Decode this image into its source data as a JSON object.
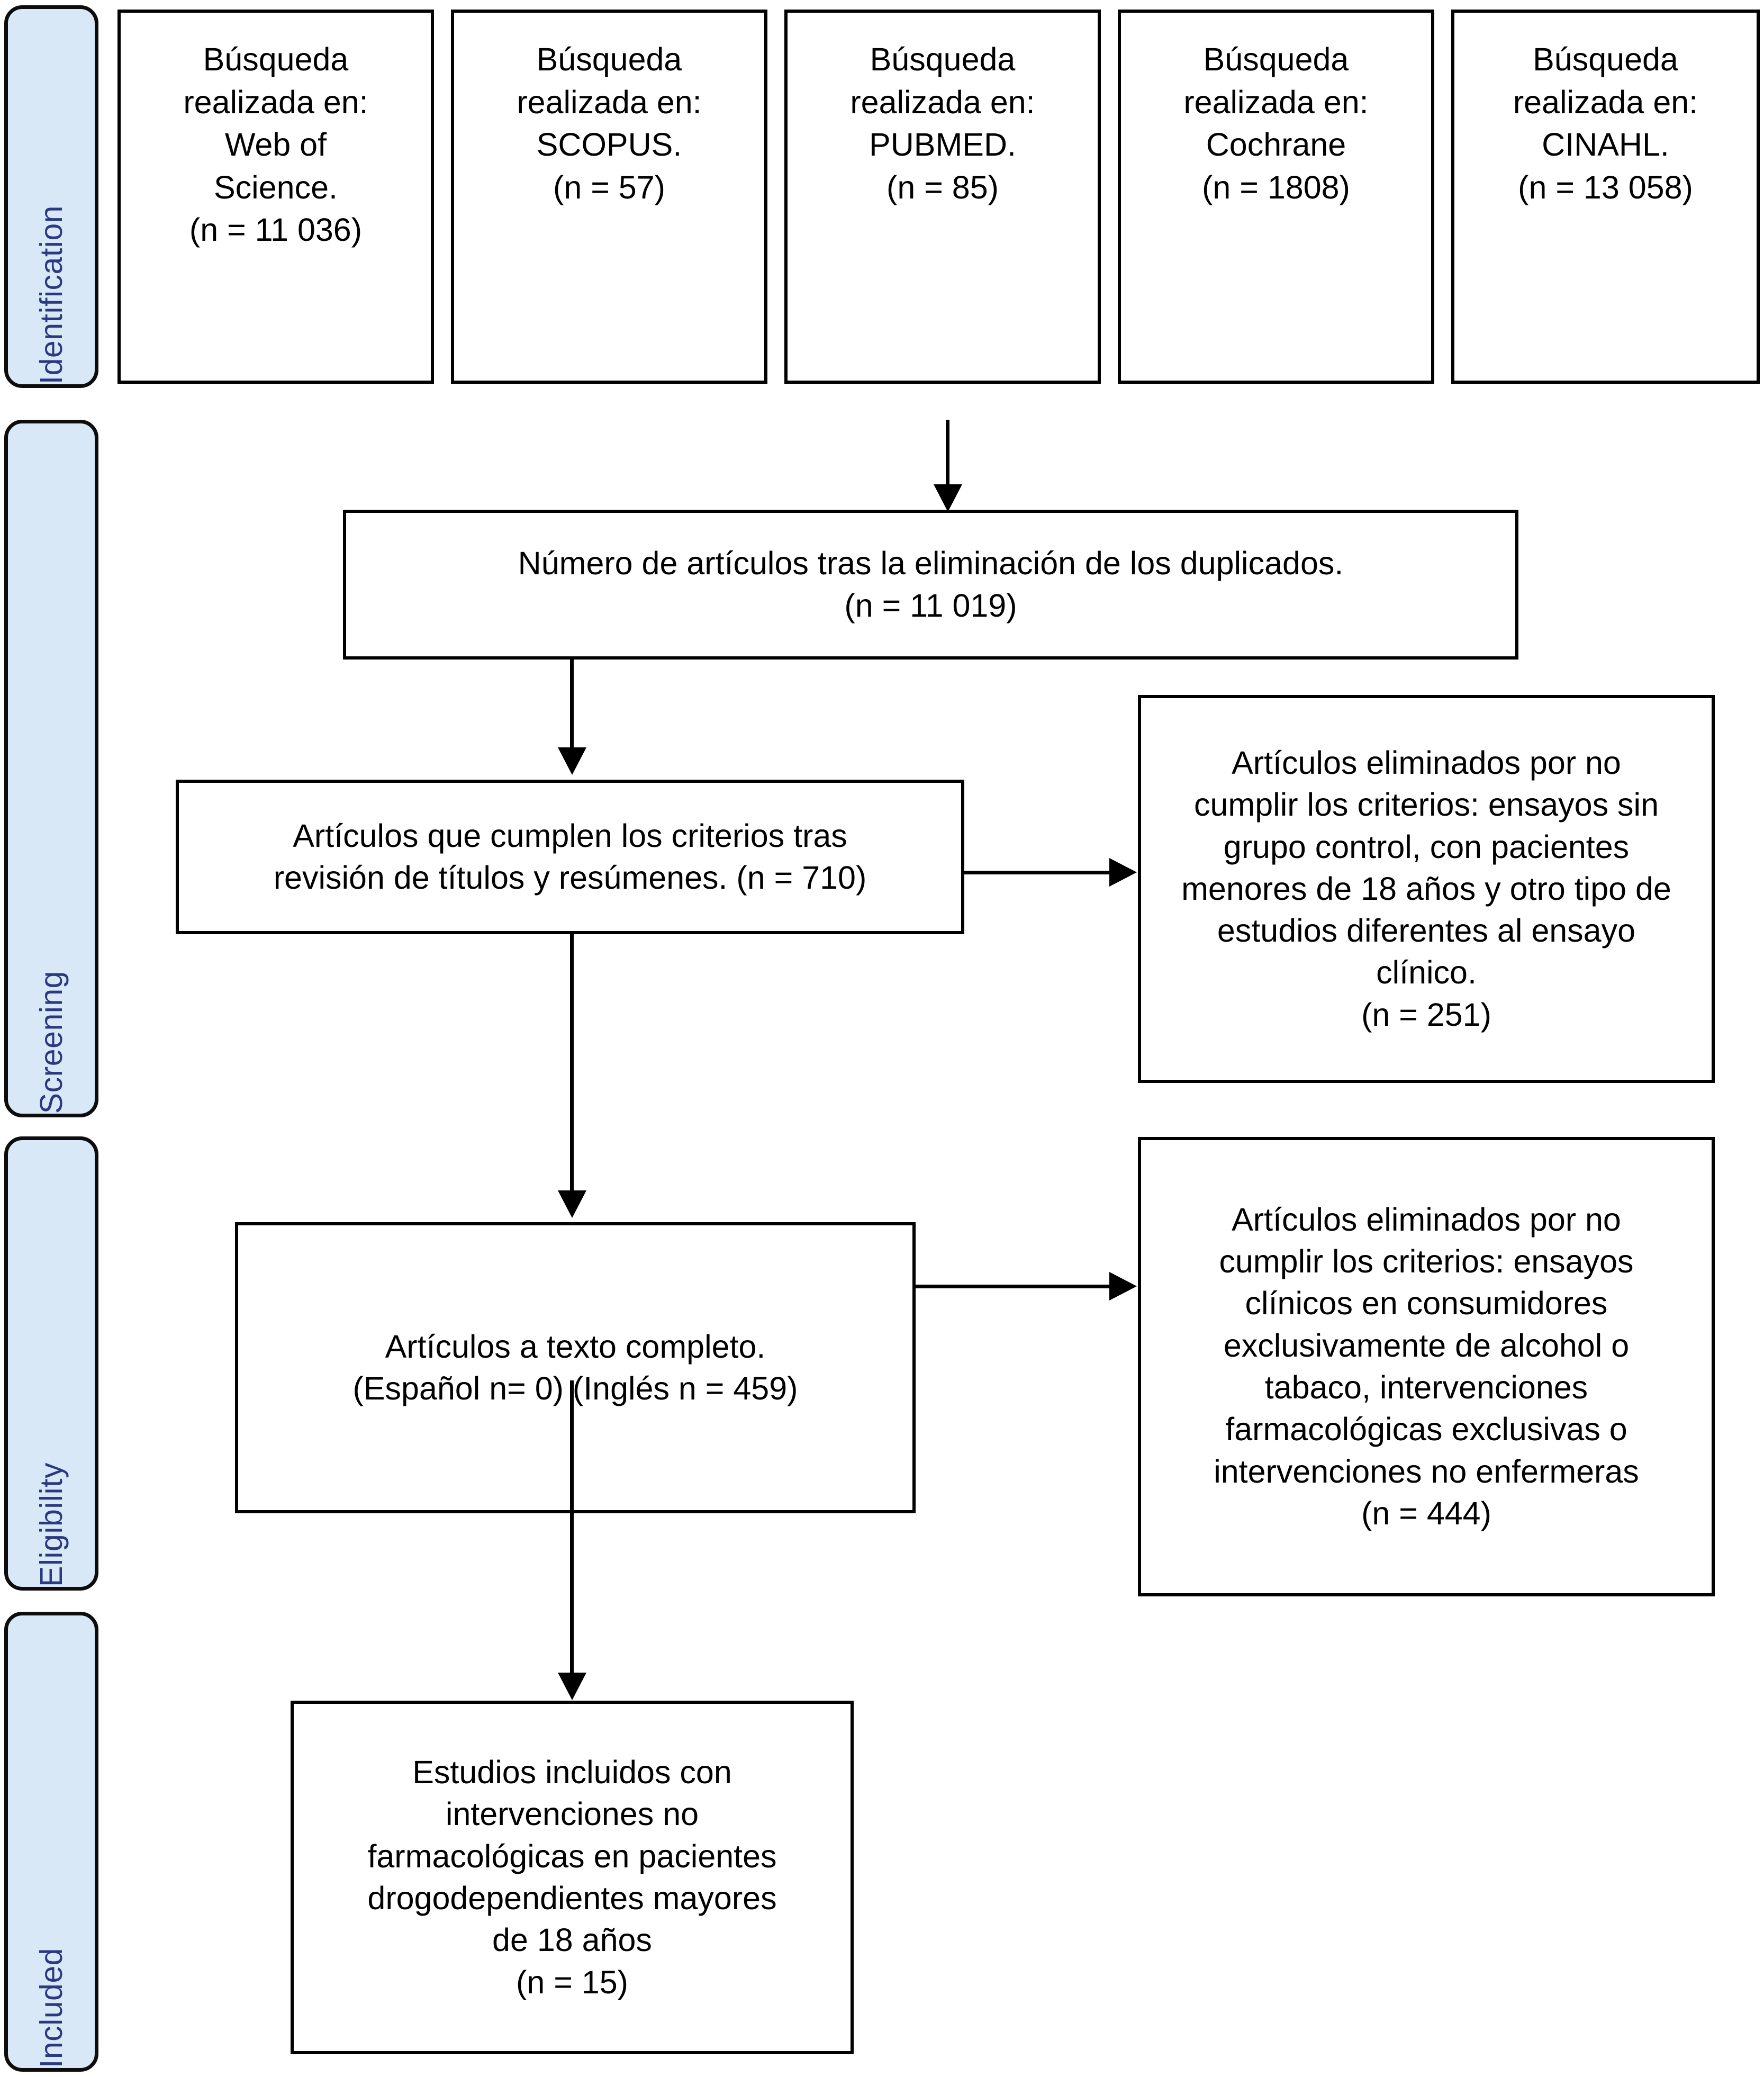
{
  "colors": {
    "stage_fill": "#d9e8f7",
    "stage_text": "#2b3a80",
    "border": "#000000",
    "box_fill": "#ffffff"
  },
  "stages": [
    {
      "id": "identification",
      "label": "Identification"
    },
    {
      "id": "screening",
      "label": "Screening"
    },
    {
      "id": "eligibility",
      "label": "Eligibility"
    },
    {
      "id": "included",
      "label": "Included"
    }
  ],
  "sources": [
    {
      "id": "web-of-science",
      "text": "Búsqueda\nrealizada en:\nWeb of\nScience.\n(n = 11 036)",
      "database": "Web of Science",
      "n": "11 036"
    },
    {
      "id": "scopus",
      "text": "Búsqueda\nrealizada en:\nSCOPUS.\n(n = 57)",
      "database": "SCOPUS",
      "n": "57"
    },
    {
      "id": "pubmed",
      "text": "Búsqueda\nrealizada en:\nPUBMED.\n(n = 85)",
      "database": "PUBMED",
      "n": "85"
    },
    {
      "id": "cochrane",
      "text": "Búsqueda\nrealizada en:\nCochrane\n(n = 1808)",
      "database": "Cochrane",
      "n": "1808"
    },
    {
      "id": "cinahl",
      "text": "Búsqueda\nrealizada en:\nCINAHL.\n(n = 13 058)",
      "database": "CINAHL",
      "n": "13 058"
    }
  ],
  "flow": {
    "duplicates": {
      "text": "Número de artículos tras la eliminación de los duplicados.\n(n = 11 019)",
      "n": "11 019"
    },
    "screened": {
      "text": "Artículos que cumplen los criterios tras\nrevisión de títulos y resúmenes.  (n = 710)",
      "n": "710"
    },
    "excluded_screening": {
      "text": "Artículos eliminados por no\ncumplir los criterios: ensayos sin\ngrupo control, con pacientes\nmenores de 18 años y otro tipo de\nestudios diferentes al ensayo\nclínico.\n(n = 251)",
      "n": "251"
    },
    "fulltext": {
      "text": "Artículos a texto completo.\n(Español n= 0) (Inglés n = 459)",
      "n_spanish": "0",
      "n_english": "459"
    },
    "excluded_eligibility": {
      "text": "Artículos eliminados por no\ncumplir los criterios: ensayos\nclínicos en consumidores\nexclusivamente de alcohol o\ntabaco, intervenciones\nfarmacológicas exclusivas o\nintervenciones no enfermeras\n(n = 444)",
      "n": "444"
    },
    "included": {
      "text": "Estudios incluidos con\nintervenciones no\nfarmacológicas en pacientes\ndrogodependientes mayores\nde 18 años\n(n = 15)",
      "n": "15"
    }
  }
}
